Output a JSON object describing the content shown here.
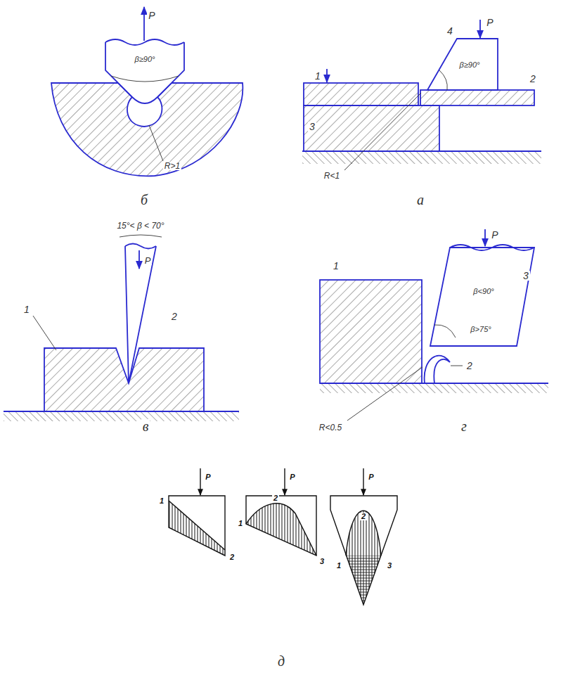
{
  "diagram": {
    "labels": [
      "P",
      "β≥90°",
      "R>1",
      "б",
      "1",
      "P",
      "4",
      "β≥90°",
      "2",
      "3",
      "R<1",
      "а",
      "15°< β < 70°",
      "P",
      "2",
      "1",
      "в",
      "P",
      "1",
      "3",
      "β<90°",
      "β>75°",
      "2",
      "R<0.5",
      "г",
      "P",
      "1",
      "2",
      "P",
      "1",
      "2",
      "3",
      "P",
      "2",
      "1",
      "3",
      "д"
    ]
  }
}
